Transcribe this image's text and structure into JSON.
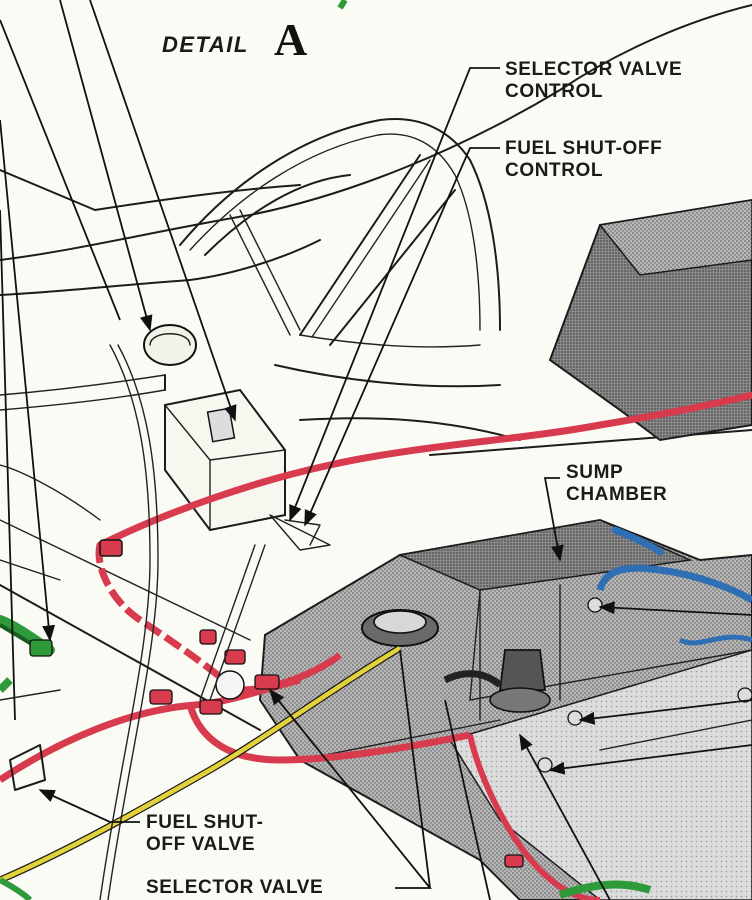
{
  "detail": {
    "word": "DETAIL",
    "letter": "A"
  },
  "labels": {
    "selector_valve_control": [
      "SELECTOR VALVE",
      "CONTROL"
    ],
    "fuel_shutoff_control": [
      "FUEL SHUT-OFF",
      "CONTROL"
    ],
    "sump_chamber": [
      "SUMP",
      "CHAMBER"
    ],
    "fuel_shutoff_valve": [
      "FUEL SHUT-",
      "OFF VALVE"
    ],
    "selector_valve": "SELECTOR VALVE"
  },
  "colors": {
    "fuel_line_red": "#d83a4e",
    "fuel_line_yellow": "#e4d23a",
    "fuel_line_blue": "#2f6fb3",
    "fuel_line_green": "#2f9a3a",
    "tank_shading": "#8f8f8f",
    "ink": "#1c1c1c"
  }
}
